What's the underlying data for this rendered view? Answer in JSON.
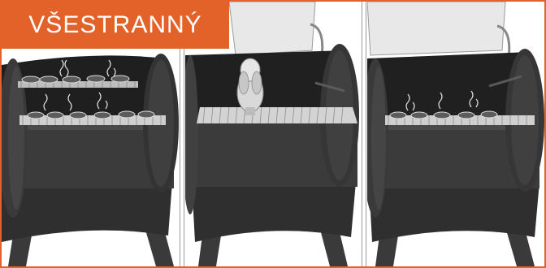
{
  "banner": {
    "label": "VŠESTRANNÝ"
  },
  "colors": {
    "accent": "#e2622a",
    "body": "#3b3b3b",
    "body_dark": "#232323",
    "interior": "#2b2b2b",
    "grate": "#cfcfcf",
    "lid": "#e6e6e6"
  },
  "panels": [
    {
      "scene": "two-level-grilling-meat"
    },
    {
      "scene": "whole-chicken-roasting"
    },
    {
      "scene": "smoking-meat-lid-open"
    }
  ]
}
